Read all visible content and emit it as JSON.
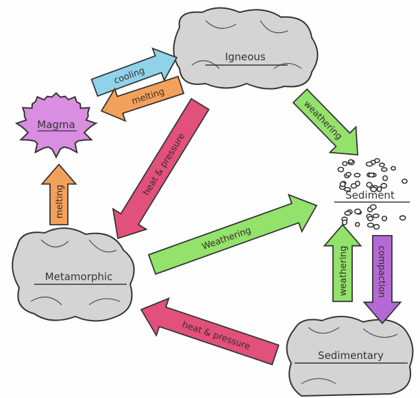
{
  "title": "Rock Cycle",
  "nodes": {
    "igneous": "Igneous",
    "magma": "Magma",
    "sediment": "Sediment",
    "metamorphic": "Metamorphic",
    "sedimentary": "Sedimentary"
  },
  "arrows": [
    {
      "id": "cooling",
      "label": "cooling",
      "color": "#8fd3ea"
    },
    {
      "id": "melting-igneous",
      "label": "melting",
      "color": "#f3a15a"
    },
    {
      "id": "heat-pressure-igneous",
      "label": "heat & pressure",
      "color": "#e2507c"
    },
    {
      "id": "weathering-igneous",
      "label": "weathering",
      "color": "#92e26c"
    },
    {
      "id": "melting-metamorphic",
      "label": "melting",
      "color": "#f3a15a"
    },
    {
      "id": "weathering-metamorphic",
      "label": "Weathering",
      "color": "#92e26c"
    },
    {
      "id": "heat-pressure-sedimentary",
      "label": "heat & pressure",
      "color": "#e2507c"
    },
    {
      "id": "weathering-sedimentary",
      "label": "weathering",
      "color": "#92e26c"
    },
    {
      "id": "compaction",
      "label": "compaction",
      "color": "#b46ad4"
    }
  ],
  "colors": {
    "rock": "#d4d4d4",
    "magma": "#d98ee2",
    "outline": "#333333"
  }
}
